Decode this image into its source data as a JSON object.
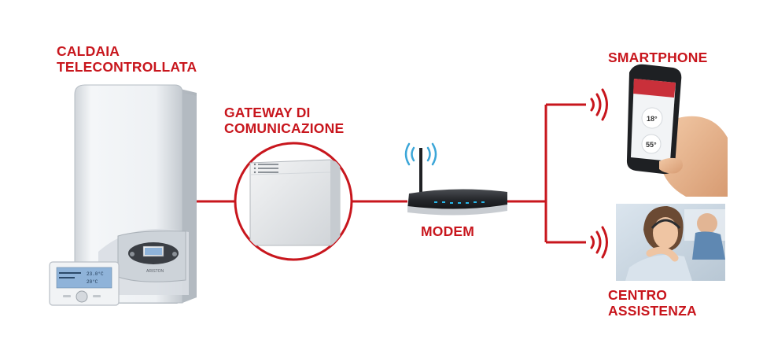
{
  "colors": {
    "accent": "#c8161d",
    "device_body": "#e9ecef",
    "device_shadow": "#b9bfc6",
    "display_blue": "#8fb3d9",
    "modem_dark": "#2b2d30",
    "modem_led": "#27b6e8",
    "wifi_blue": "#3ba6d8",
    "screen_red": "#c9303a"
  },
  "labels": {
    "boiler": [
      "CALDAIA",
      "TELECONTROLLATA"
    ],
    "gateway": [
      "GATEWAY DI",
      "COMUNICAZIONE"
    ],
    "modem": "MODEM",
    "smartphone": "SMARTPHONE",
    "center": [
      "CENTRO",
      "ASSISTENZA"
    ]
  },
  "icons": {
    "boiler": "boiler-icon",
    "thermostat": "thermostat-icon",
    "gateway": "gateway-box-icon",
    "modem": "router-icon",
    "wifi": "wifi-icon",
    "signal": "wireless-signal-icon",
    "phone": "smartphone-icon",
    "support": "support-operator-icon"
  },
  "device_text": {
    "brand": "ARISTON",
    "thermostat_values": [
      "23.0°C",
      "20°C"
    ],
    "phone_temps": [
      "18°",
      "55°"
    ]
  }
}
